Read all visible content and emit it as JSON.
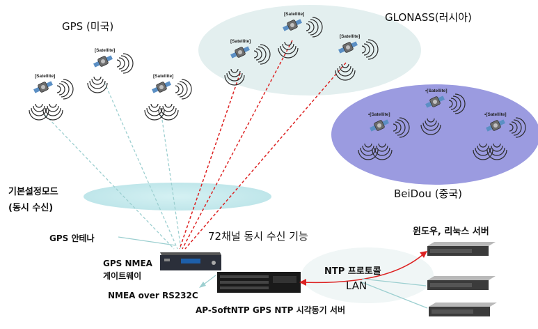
{
  "diagram": {
    "constellations": {
      "gps": {
        "label": "GPS (미국)",
        "satellites": [
          "[Satellite]",
          "[Satellite]",
          "[Satellite]"
        ]
      },
      "glonass": {
        "label": "GLONASS(러시아)",
        "satellites": [
          "[Satellite]",
          "[Satellite]",
          "[Satellite]"
        ]
      },
      "beidou": {
        "label": "BeiDou (중국)",
        "satellites": [
          "•[Satellite]",
          "•[Satellite]",
          "•[Satellite]"
        ]
      }
    },
    "basic_mode": {
      "line1": "기본설정모드",
      "line2": "(동시 수신)"
    },
    "channels": "72채널 동시 수신 기능",
    "gps_antenna": "GPS 안테나",
    "gateway": {
      "line1": "GPS NMEA",
      "line2": "게이트웨이"
    },
    "rs232": "NMEA over RS232C",
    "server_caption": "AP-SoftNTP GPS NTP 시각동기 서버",
    "ntp_protocol": "NTP 프로토콜",
    "lan": "LAN",
    "clients_title": "윈도우, 리눅스 서버",
    "colors": {
      "glonass_bg": "#e3efef",
      "beidou_bg": "#9999dd",
      "antenna_disc": "#c9ecef",
      "red_link": "#dd2222",
      "gps_link": "#9ccfd0"
    }
  }
}
